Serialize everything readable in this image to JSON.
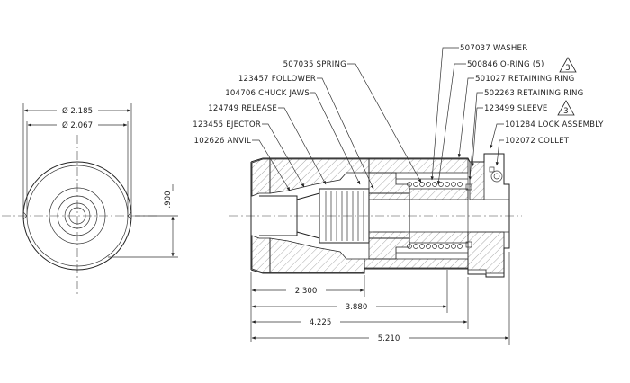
{
  "end_view": {
    "dims": [
      "Ø 2.185",
      "Ø 2.067",
      ".900"
    ]
  },
  "callouts": [
    {
      "text": "507037 WASHER"
    },
    {
      "text": "500846 O-RING (5)",
      "badge": "3"
    },
    {
      "text": "507035 SPRING"
    },
    {
      "text": "501027 RETAINING RING"
    },
    {
      "text": "123457 FOLLOWER"
    },
    {
      "text": "502263 RETAINING RING"
    },
    {
      "text": "104706 CHUCK JAWS"
    },
    {
      "text": "123499 SLEEVE",
      "badge": "3"
    },
    {
      "text": "124749 RELEASE"
    },
    {
      "text": "101284 LOCK ASSEMBLY"
    },
    {
      "text": "123455 EJECTOR"
    },
    {
      "text": "102072 COLLET"
    },
    {
      "text": "102626 ANVIL"
    }
  ],
  "side_view": {
    "dims": [
      "2.300",
      "3.880",
      "4.225",
      "5.210"
    ]
  }
}
